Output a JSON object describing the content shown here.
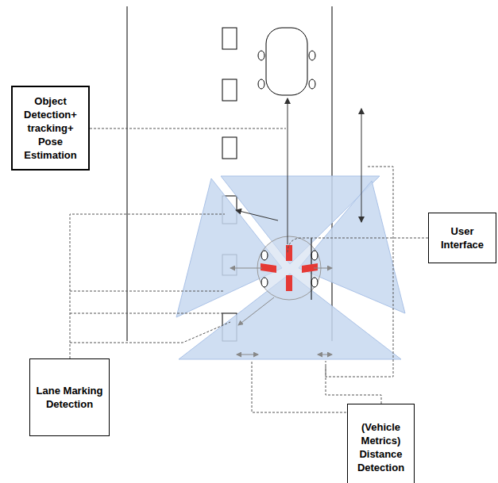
{
  "diagram": {
    "nodes": [
      {
        "text": [
          "Object Detection+ tracking+ Pose Estimation"
        ]
      },
      {
        "text": [
          "User Interface"
        ]
      },
      {
        "text": [
          "Lane Marking Detection"
        ]
      },
      {
        "text": [
          "(Vehicle Metrics) Distance Detection"
        ]
      }
    ]
  }
}
